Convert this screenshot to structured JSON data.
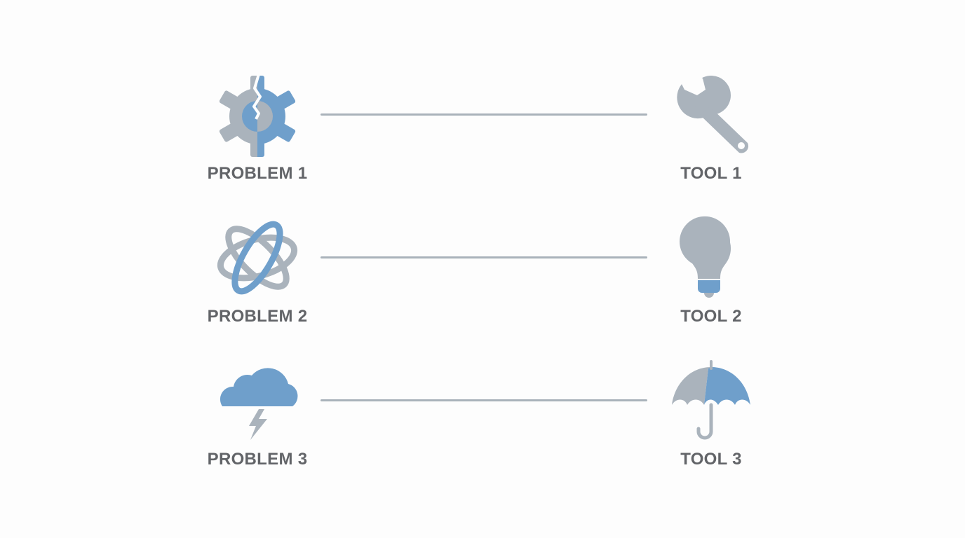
{
  "colors": {
    "gray": "#aab3bc",
    "blue": "#6f9fcb",
    "line": "#a9b2ba",
    "text": "#626468",
    "background": "#fdfdfd"
  },
  "rows": [
    {
      "problem": {
        "label": "PROBLEM 1",
        "icon": "broken-gear-icon"
      },
      "tool": {
        "label": "TOOL 1",
        "icon": "wrench-icon"
      }
    },
    {
      "problem": {
        "label": "PROBLEM 2",
        "icon": "tangled-knot-icon"
      },
      "tool": {
        "label": "TOOL 2",
        "icon": "lightbulb-icon"
      }
    },
    {
      "problem": {
        "label": "PROBLEM 3",
        "icon": "storm-cloud-icon"
      },
      "tool": {
        "label": "TOOL 3",
        "icon": "umbrella-icon"
      }
    }
  ]
}
